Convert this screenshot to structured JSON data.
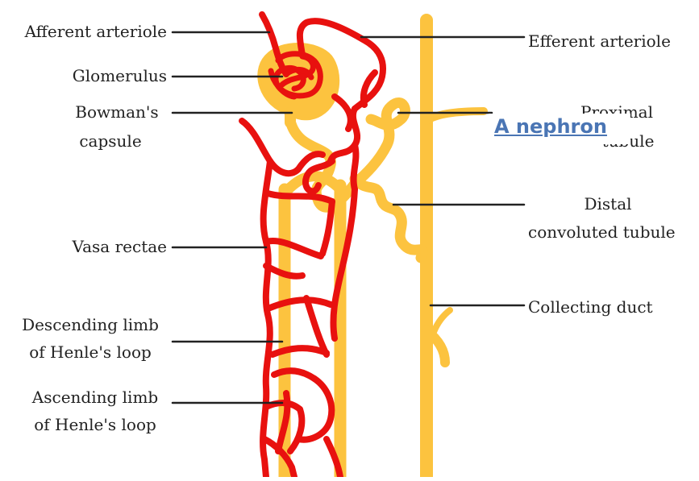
{
  "title_link": "A nephron",
  "colors": {
    "blood_vessel": "#e8110f",
    "tubule": "#fcc33f",
    "leader_line": "#222222",
    "title": "#4a75b4"
  },
  "labels": {
    "afferent_arteriole": "Afferent arteriole",
    "glomerulus": "Glomerulus",
    "bowmans_capsule_line1": "Bowman's",
    "bowmans_capsule_line2": "capsule",
    "vasa_rectae": "Vasa rectae",
    "descending_limb_line1": "Descending limb",
    "descending_limb_line2": "of Henle's loop",
    "ascending_limb_line1": "Ascending limb",
    "ascending_limb_line2": "of Henle's loop",
    "efferent_arteriole": "Efferent arteriole",
    "proximal_tubule_line1": "Proximal",
    "proximal_tubule_line2": "tubule",
    "distal_tubule_line1": "Distal",
    "distal_tubule_line2": "convoluted tubule",
    "collecting_duct": "Collecting duct"
  }
}
